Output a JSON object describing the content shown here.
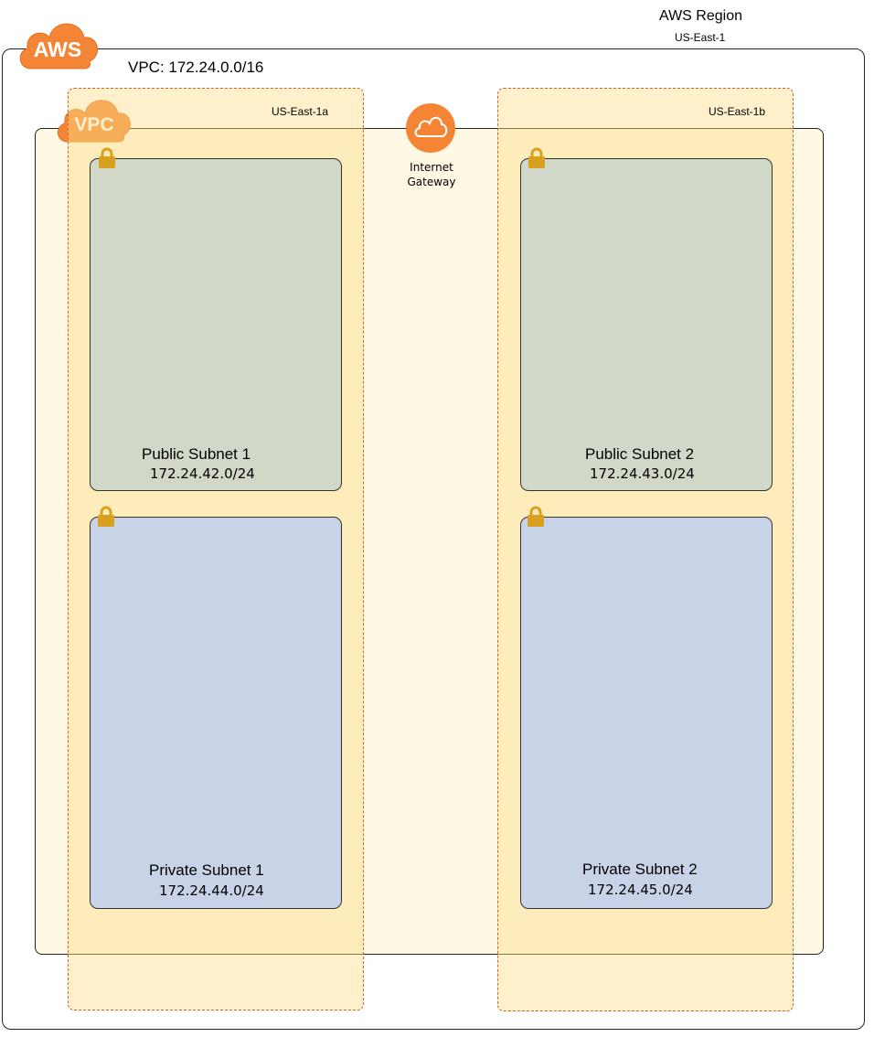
{
  "region": {
    "title": "AWS Region",
    "name": "US-East-1",
    "badge": "AWS"
  },
  "vpc": {
    "title": "VPC: 172.24.0.0/16",
    "badge": "VPC"
  },
  "availability_zones": [
    {
      "label": "US-East-1a"
    },
    {
      "label": "US-East-1b"
    }
  ],
  "gateway": {
    "label_line1": "Internet",
    "label_line2": "Gateway"
  },
  "subnets": {
    "public1": {
      "name": "Public Subnet 1",
      "cidr": "172.24.42.0/24"
    },
    "public2": {
      "name": "Public Subnet 2",
      "cidr": "172.24.43.0/24"
    },
    "private1": {
      "name": "Private Subnet 1",
      "cidr": "172.24.44.0/24"
    },
    "private2": {
      "name": "Private Subnet 2",
      "cidr": "172.24.45.0/24"
    }
  },
  "colors": {
    "aws_orange": "#f58536",
    "public_subnet": "#d1d8c8",
    "private_subnet": "#c9d3e7",
    "availability_zone": "#fdde8a",
    "lock": "#d9a020"
  }
}
